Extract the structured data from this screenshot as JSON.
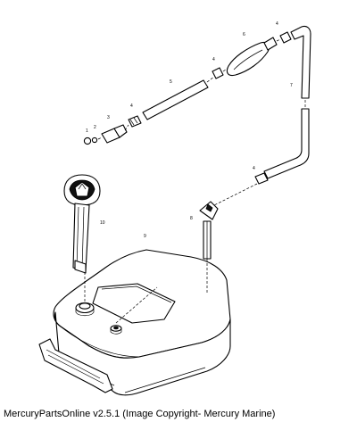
{
  "caption": "MercuryPartsOnline v2.5.1 (Image Copyright- Mercury Marine)",
  "callouts": {
    "c1": "1",
    "c2": "2",
    "c3": "3",
    "c4a": "4",
    "c5": "5",
    "c4b": "4",
    "c6": "6",
    "c4c": "4",
    "c7": "7",
    "c4d": "4",
    "c8": "8",
    "c9": "9",
    "c10": "10"
  }
}
